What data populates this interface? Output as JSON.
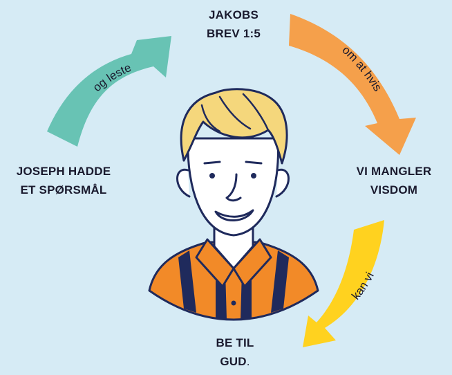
{
  "nodes": {
    "top": {
      "line1": "JAKOBS",
      "line2": "BREV 1:5"
    },
    "right": {
      "line1": "VI MANGLER",
      "line2": "VISDOM"
    },
    "bottom": {
      "line1": "BE TIL",
      "line2": "GUD",
      "trailing": "."
    },
    "left": {
      "line1": "JOSEPH HADDE",
      "line2": "ET SPØRSMÅL"
    }
  },
  "arrows": {
    "left_top": {
      "label": "og leste",
      "color": "#68c3b4"
    },
    "top_right": {
      "label": "om at hvis",
      "color": "#f5a04b"
    },
    "right_bottom": {
      "label": "kan vi",
      "color": "#ffd21f"
    }
  },
  "person": {
    "hair_color": "#f5d77c",
    "shirt_color": "#f28a28",
    "stripe_color": "#1f2a5c",
    "skin_color": "#ffffff",
    "outline_color": "#1f2a5c"
  },
  "background_color": "#d6ebf5"
}
